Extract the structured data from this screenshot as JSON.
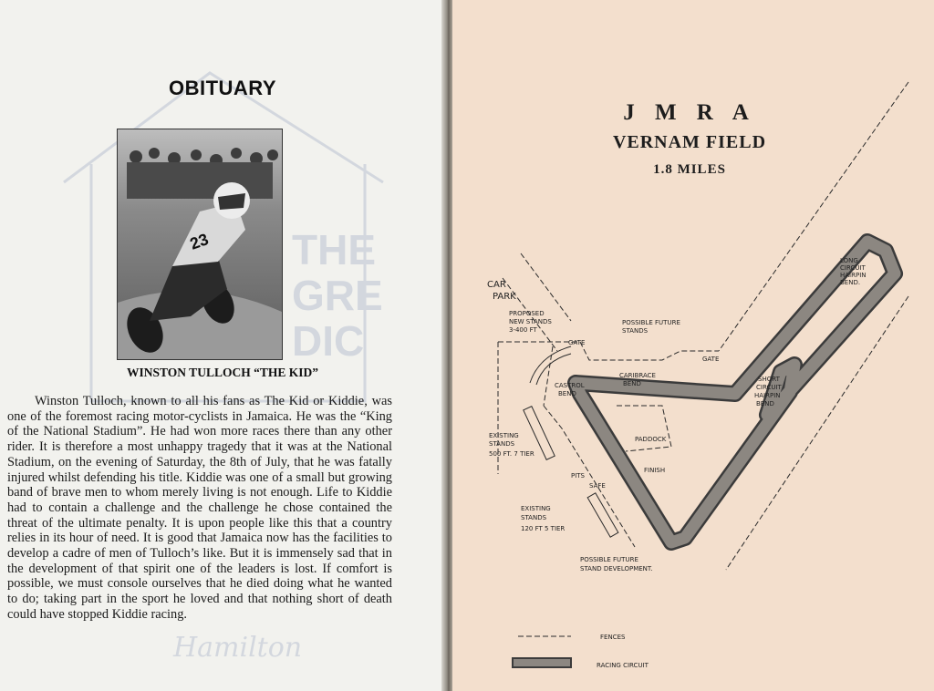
{
  "left_page": {
    "heading": "OBITUARY",
    "photo_race_number": "23",
    "caption": "WINSTON TULLOCH “THE KID”",
    "body": "Winston Tulloch, known to all his fans as The Kid or Kiddie, was one of the foremost racing motor-cyclists in Jamaica. He was the “King of the National Stadium”. He had won more races there than any other rider. It is therefore a most unhappy tragedy that it was at the National Stadium, on the evening of Saturday, the 8th of July, that he was fatally injured whilst defending his title. Kiddie was one of a small but growing band of brave men to whom merely living is not enough. Life to Kiddie had to contain a challenge and the challenge he chose contained the threat of the ultimate penalty. It is upon people like this that a country relies in its hour of need. It is good that Jamaica now has the facilities to develop a cadre of men of Tulloch’s like. But it is immensely sad that in the development of that spirit one of the leaders is lost. If comfort is possible, we must console ourselves that he died doing what he wanted to do; taking part in the sport he loved and that nothing short of death could have stopped Kiddie racing.",
    "ghost_advert": {
      "letters_1": "THE",
      "letters_2": "GRE",
      "letters_3": "DIC",
      "script_logo": "Hamilton"
    }
  },
  "right_page": {
    "title_line1": "J M R A",
    "title_line2": "VERNAM FIELD",
    "title_line3": "1.8 MILES",
    "labels": {
      "car_park_1": "CAR",
      "car_park_2": "PARK",
      "proposed_1": "PROPOSED",
      "proposed_2": "NEW STANDS",
      "proposed_3": "3-400 FT",
      "possible_future_1": "POSSIBLE FUTURE",
      "possible_future_2": "STANDS",
      "long_circuit_1": "LONG",
      "long_circuit_2": "CIRCUIT",
      "long_circuit_3": "HAIRPIN",
      "long_circuit_4": "BEND.",
      "gate_1": "GATE",
      "gate_2": "GATE",
      "caribrace_1": "CARIBRACE",
      "caribrace_2": "BEND",
      "castrol_1": "CASTROL",
      "castrol_2": "BEND",
      "short_circuit_1": "SHORT",
      "short_circuit_2": "CIRCUIT",
      "short_circuit_3": "HAIRPIN",
      "short_circuit_4": "BEND",
      "existing_1": "EXISTING",
      "existing_2": "STANDS",
      "existing_3": "500 FT. 7 TIER",
      "paddock": "PADDOCK",
      "finish": "FINISH",
      "pits": "PITS",
      "safe_zone": "SAFE",
      "existing_b_1": "EXISTING",
      "existing_b_2": "STANDS",
      "existing_b_3": "120 FT 5 TIER",
      "development_1": "POSSIBLE FUTURE",
      "development_2": "STAND DEVELOPMENT.",
      "legend_fences": "FENCES",
      "legend_circuit": "RACING CIRCUIT"
    }
  }
}
